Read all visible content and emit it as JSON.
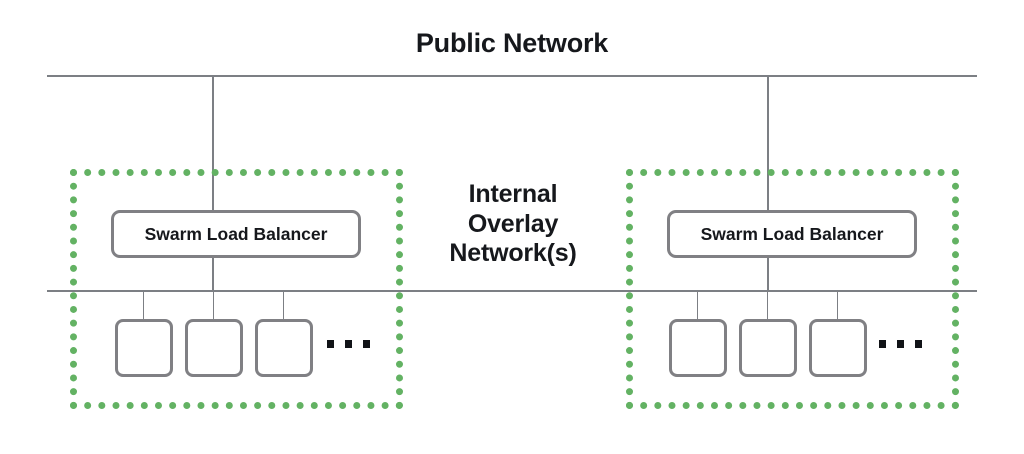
{
  "diagram": {
    "title": "Public Network",
    "overlay_caption_lines": [
      "Internal",
      "Overlay",
      "Network(s)"
    ],
    "colors": {
      "overlay_border_green": "#63b263",
      "line_gray": "#7c7f84",
      "box_border_gray": "#808084",
      "text_black": "#16181c",
      "background": "#ffffff"
    },
    "ellipsis": "...",
    "groups": [
      {
        "id": "left",
        "load_balancer_label": "Swarm Load Balancer",
        "tasks": [
          {
            "label": ""
          },
          {
            "label": ""
          },
          {
            "label": ""
          }
        ],
        "more_indicator": "..."
      },
      {
        "id": "right",
        "load_balancer_label": "Swarm Load Balancer",
        "tasks": [
          {
            "label": ""
          },
          {
            "label": ""
          },
          {
            "label": ""
          }
        ],
        "more_indicator": "..."
      }
    ]
  }
}
